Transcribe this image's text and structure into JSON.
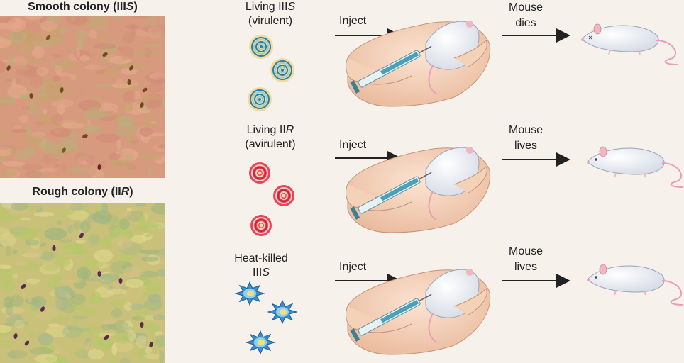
{
  "panels": {
    "smooth": {
      "name": "Smooth colony (III",
      "strain": "S",
      "close": ")"
    },
    "rough": {
      "name": "Rough colony (II",
      "strain": "R",
      "close": ")"
    }
  },
  "rows": [
    {
      "strain_line1_prefix": "Living III",
      "strain_line1_italic": "S",
      "strain_line2": "(virulent)",
      "inject": "Inject",
      "outcome_line1": "Mouse",
      "outcome_line2": "dies"
    },
    {
      "strain_line1_prefix": "Living II",
      "strain_line1_italic": "R",
      "strain_line2": "(avirulent)",
      "inject": "Inject",
      "outcome_line1": "Mouse",
      "outcome_line2": "lives"
    },
    {
      "strain_line1_prefix": "Heat-killed",
      "strain_line1_italic": "",
      "strain_line2_prefix": "III",
      "strain_line2_italic": "S",
      "inject": "Inject",
      "outcome_line1": "Mouse",
      "outcome_line2": "lives"
    }
  ],
  "colors": {
    "smooth_colony": "#d79a7e",
    "rough_colony": "#c9c079",
    "virulent_cell": "#3b8fa8",
    "avirulent_cell": "#d9404a",
    "heat_killed_cell": "#3a8fd0",
    "arrow": "#222222",
    "mouse": "#f2f4f8",
    "hand": "#f4d2b8"
  }
}
